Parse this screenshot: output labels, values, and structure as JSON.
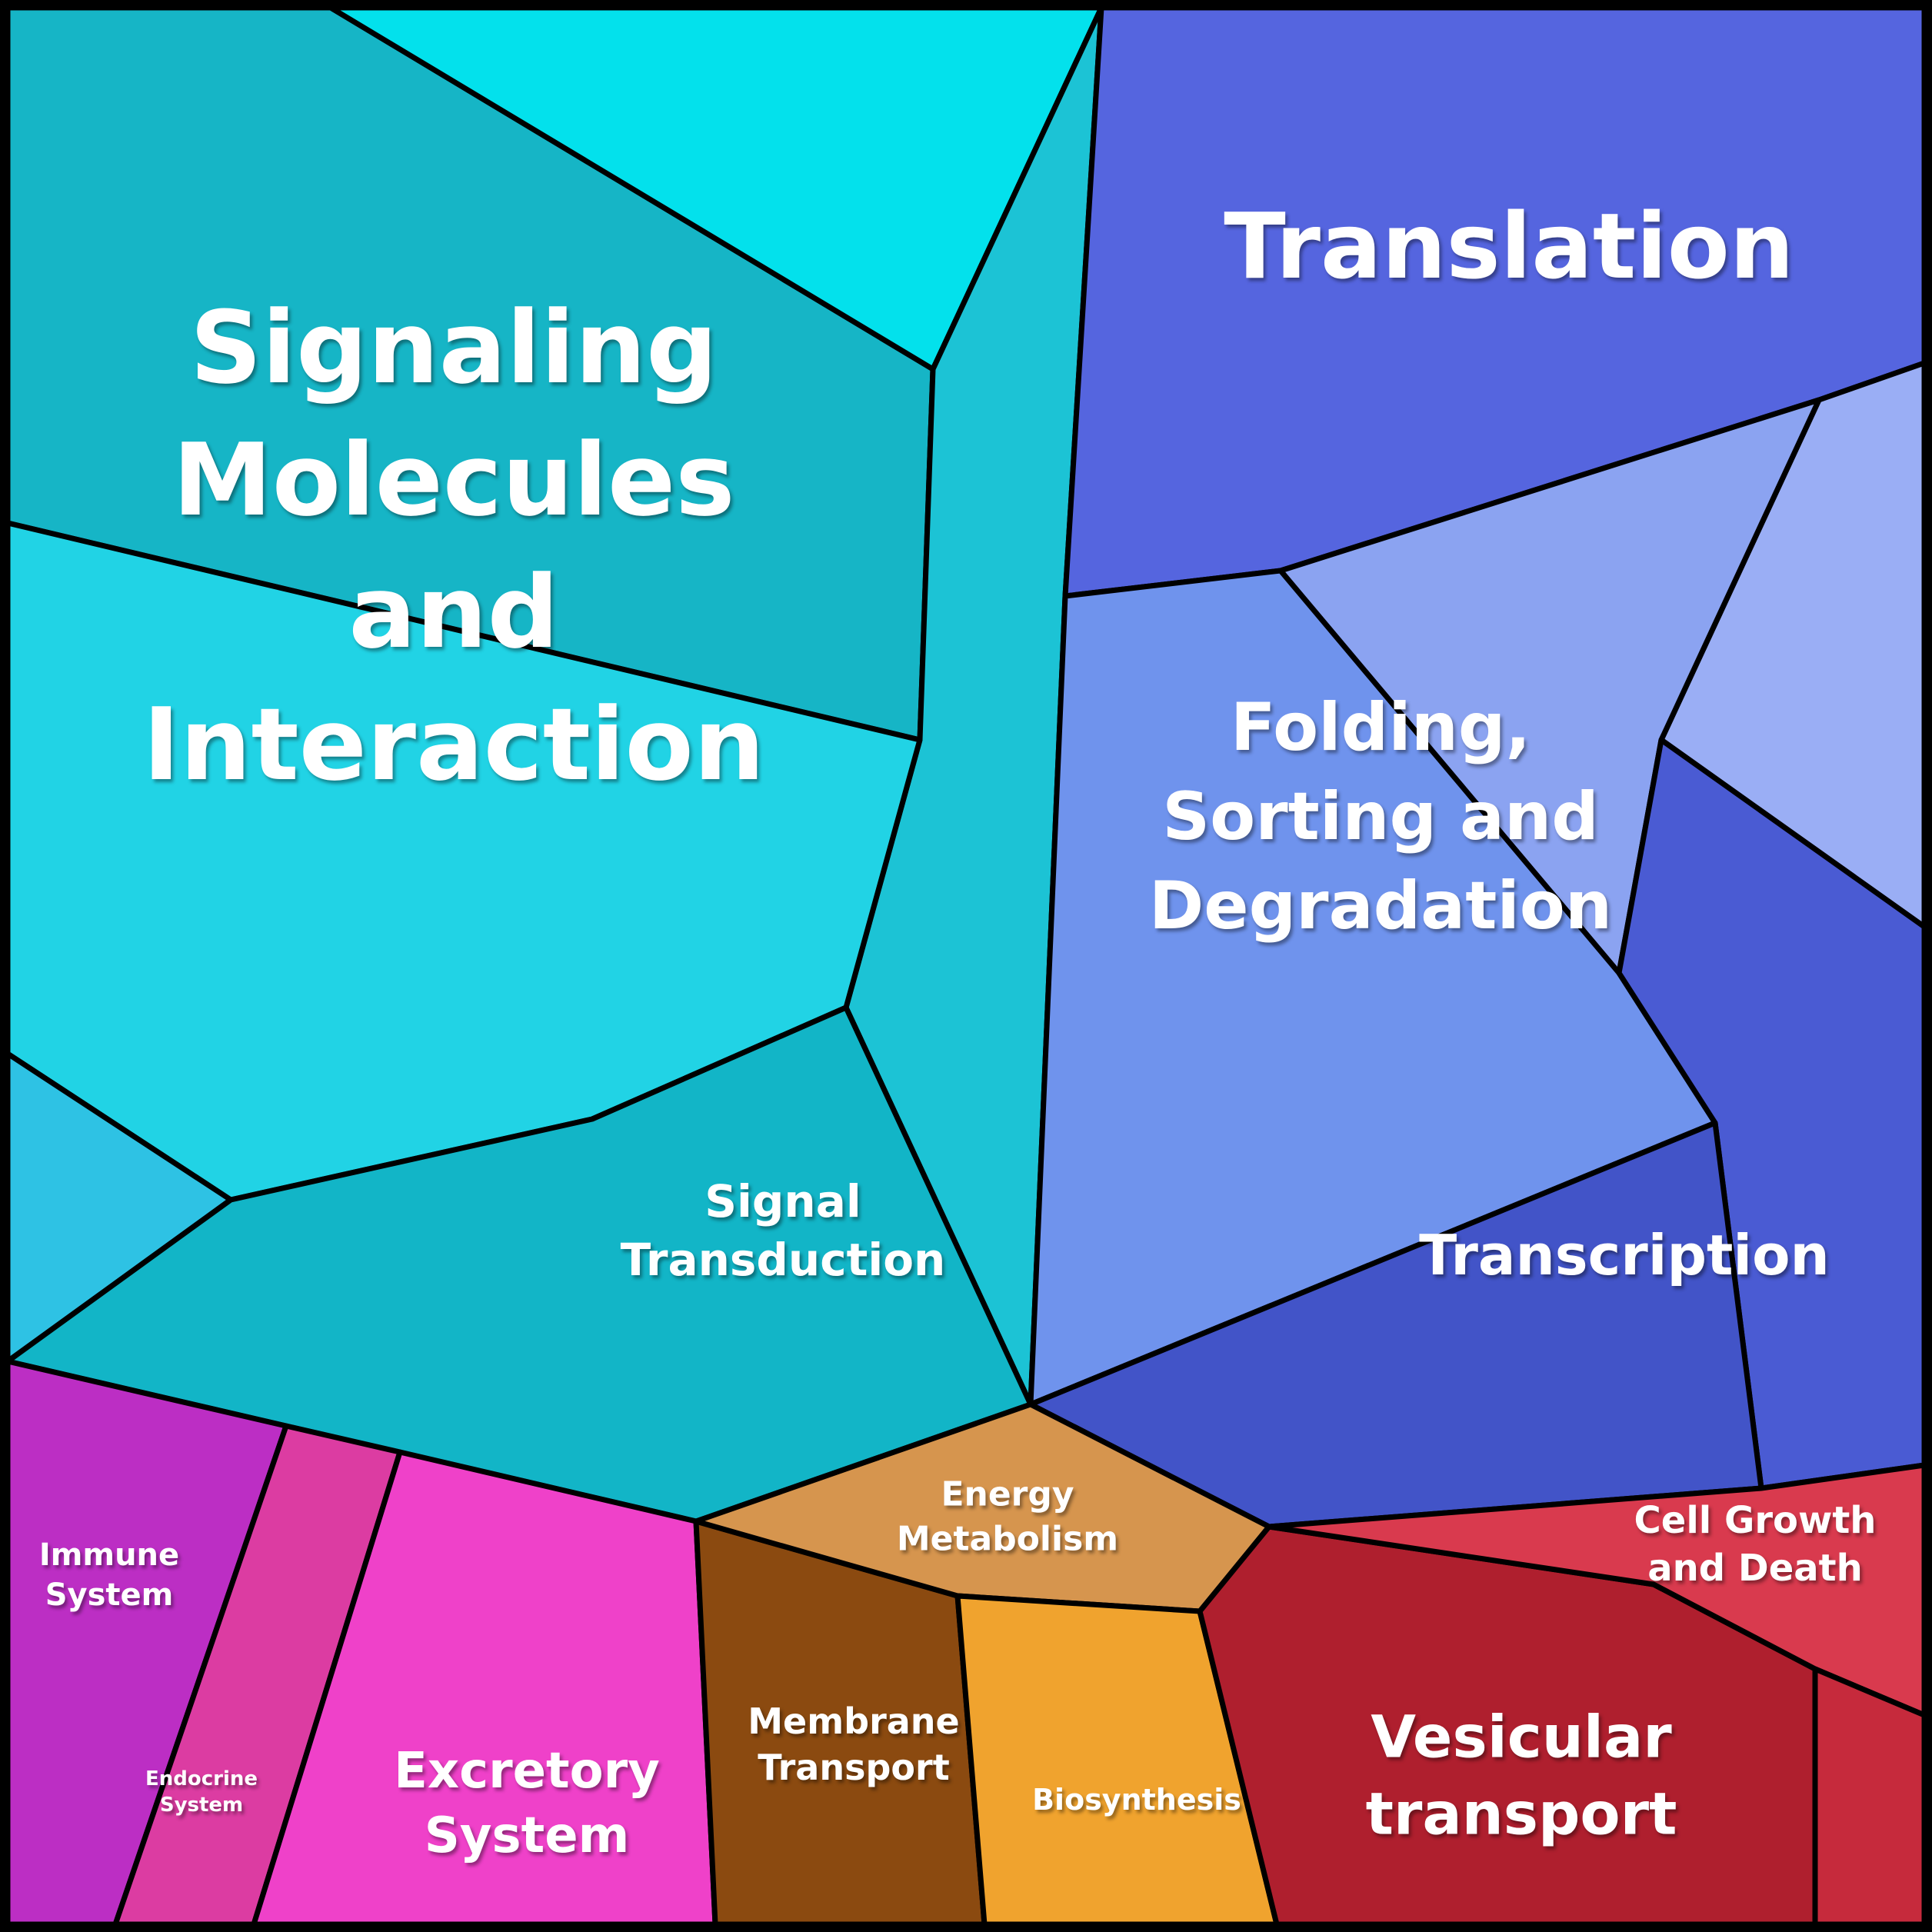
{
  "chart_data": {
    "type": "voronoi-treemap",
    "title": "",
    "background": "#000000",
    "border_color": "#000000",
    "label_color": "#ffffff",
    "legend": "none",
    "axes": "none",
    "cells": [
      {
        "id": "signaling-molecules-and-interaction",
        "label": "Signaling Molecules and Interaction",
        "label_lines": [
          "Signaling",
          "Molecules",
          "and",
          "Interaction"
        ],
        "color": "#16B5C6",
        "points": [
          [
            10,
            10
          ],
          [
            430,
            10
          ],
          [
            1213,
            480
          ],
          [
            1196,
            962
          ],
          [
            10,
            680
          ]
        ],
        "label_x": 590,
        "label_y": 710,
        "font_size": 130,
        "line_height": 172
      },
      {
        "id": "cyan-top",
        "label": null,
        "color": "#03E1EC",
        "points": [
          [
            430,
            10
          ],
          [
            1432,
            10
          ],
          [
            1213,
            480
          ]
        ]
      },
      {
        "id": "teal-right-strip",
        "label": null,
        "color": "#1CC3D5",
        "points": [
          [
            1432,
            10
          ],
          [
            1385,
            775
          ],
          [
            1340,
            1826
          ],
          [
            1100,
            1310
          ],
          [
            1196,
            962
          ],
          [
            1213,
            480
          ]
        ]
      },
      {
        "id": "signaling-lower",
        "label": null,
        "color": "#21D3E5",
        "points": [
          [
            10,
            680
          ],
          [
            1196,
            962
          ],
          [
            1100,
            1310
          ],
          [
            770,
            1455
          ],
          [
            300,
            1560
          ],
          [
            10,
            1370
          ]
        ]
      },
      {
        "id": "cyan-left-sliver",
        "label": null,
        "color": "#2EC2E4",
        "points": [
          [
            10,
            1370
          ],
          [
            300,
            1560
          ],
          [
            10,
            1770
          ]
        ]
      },
      {
        "id": "signal-transduction",
        "label": "Signal Transduction",
        "label_lines": [
          "Signal",
          "Transduction"
        ],
        "color": "#12B5C7",
        "points": [
          [
            300,
            1560
          ],
          [
            770,
            1455
          ],
          [
            1100,
            1310
          ],
          [
            1340,
            1826
          ],
          [
            905,
            1978
          ],
          [
            10,
            1770
          ]
        ],
        "label_x": 1018,
        "label_y": 1600,
        "font_size": 58,
        "line_height": 76
      },
      {
        "id": "translation",
        "label": "Translation",
        "label_lines": [
          "Translation"
        ],
        "color": "#5565DF",
        "points": [
          [
            1432,
            10
          ],
          [
            2502,
            10
          ],
          [
            2502,
            472
          ],
          [
            2365,
            520
          ],
          [
            1665,
            742
          ],
          [
            1385,
            775
          ]
        ],
        "label_x": 1962,
        "label_y": 320,
        "font_size": 118,
        "line_height": 140
      },
      {
        "id": "light-blue-right",
        "label": null,
        "color": "#9AAEF5",
        "points": [
          [
            2365,
            520
          ],
          [
            2502,
            472
          ],
          [
            2502,
            1205
          ],
          [
            2160,
            962
          ]
        ]
      },
      {
        "id": "light-blue-center",
        "label": null,
        "color": "#8BA3F1",
        "points": [
          [
            1665,
            742
          ],
          [
            2365,
            520
          ],
          [
            2160,
            962
          ],
          [
            2105,
            1265
          ]
        ]
      },
      {
        "id": "folding-sorting-and-degradation",
        "label": "Folding, Sorting and Degradation",
        "label_lines": [
          "Folding,",
          "Sorting and",
          "Degradation"
        ],
        "color": "#6F93ED",
        "points": [
          [
            1385,
            775
          ],
          [
            1665,
            742
          ],
          [
            2105,
            1265
          ],
          [
            2230,
            1460
          ],
          [
            1340,
            1826
          ]
        ],
        "label_x": 1795,
        "label_y": 1062,
        "font_size": 86,
        "line_height": 116
      },
      {
        "id": "blue-lower-right",
        "label": null,
        "color": "#4A5BD3",
        "points": [
          [
            2105,
            1265
          ],
          [
            2160,
            962
          ],
          [
            2502,
            1205
          ],
          [
            2502,
            1905
          ],
          [
            2290,
            1935
          ],
          [
            2230,
            1460
          ]
        ]
      },
      {
        "id": "transcription",
        "label": "Transcription",
        "label_lines": [
          "Transcription"
        ],
        "color": "#4254C8",
        "points": [
          [
            1340,
            1826
          ],
          [
            2230,
            1460
          ],
          [
            2290,
            1935
          ],
          [
            1650,
            1985
          ]
        ],
        "label_x": 2112,
        "label_y": 1632,
        "font_size": 72,
        "line_height": 90
      },
      {
        "id": "immune-system",
        "label": "Immune System",
        "label_lines": [
          "Immune",
          "System"
        ],
        "color": "#BC2EC4",
        "points": [
          [
            10,
            1770
          ],
          [
            372,
            1854
          ],
          [
            150,
            2502
          ],
          [
            10,
            2502
          ]
        ],
        "label_x": 142,
        "label_y": 2048,
        "font_size": 40,
        "line_height": 52
      },
      {
        "id": "endocrine-system",
        "label": "Endocrine System",
        "label_lines": [
          "Endocrine",
          "System"
        ],
        "color": "#DC3CA2",
        "points": [
          [
            372,
            1854
          ],
          [
            520,
            1888
          ],
          [
            330,
            2502
          ],
          [
            150,
            2502
          ]
        ],
        "label_x": 262,
        "label_y": 2330,
        "font_size": 26,
        "line_height": 34
      },
      {
        "id": "excretory-system",
        "label": "Excretory System",
        "label_lines": [
          "Excretory",
          "System"
        ],
        "color": "#EF41C9",
        "points": [
          [
            520,
            1888
          ],
          [
            905,
            1978
          ],
          [
            930,
            2502
          ],
          [
            330,
            2502
          ]
        ],
        "label_x": 685,
        "label_y": 2345,
        "font_size": 64,
        "line_height": 84
      },
      {
        "id": "membrane-transport",
        "label": "Membrane Transport",
        "label_lines": [
          "Membrane",
          "Transport"
        ],
        "color": "#8B4A10",
        "points": [
          [
            905,
            1978
          ],
          [
            1245,
            2075
          ],
          [
            1280,
            2502
          ],
          [
            930,
            2502
          ]
        ],
        "label_x": 1110,
        "label_y": 2268,
        "font_size": 46,
        "line_height": 60
      },
      {
        "id": "energy-metabolism",
        "label": "Energy Metabolism",
        "label_lines": [
          "Energy",
          "Metabolism"
        ],
        "color": "#D6954E",
        "points": [
          [
            905,
            1978
          ],
          [
            1340,
            1826
          ],
          [
            1650,
            1985
          ],
          [
            1560,
            2095
          ],
          [
            1245,
            2075
          ]
        ],
        "label_x": 1310,
        "label_y": 1972,
        "font_size": 44,
        "line_height": 58
      },
      {
        "id": "biosynthesis",
        "label": "Biosynthesis",
        "label_lines": [
          "Biosynthesis"
        ],
        "color": "#F0A32E",
        "points": [
          [
            1245,
            2075
          ],
          [
            1560,
            2095
          ],
          [
            1660,
            2502
          ],
          [
            1280,
            2502
          ]
        ],
        "label_x": 1478,
        "label_y": 2340,
        "font_size": 38,
        "line_height": 50
      },
      {
        "id": "vesicular-transport",
        "label": "Vesicular transport",
        "label_lines": [
          "Vesicular",
          "transport"
        ],
        "color": "#AF1F2E",
        "points": [
          [
            1560,
            2095
          ],
          [
            1650,
            1985
          ],
          [
            2150,
            2060
          ],
          [
            2360,
            2170
          ],
          [
            2360,
            2502
          ],
          [
            1660,
            2502
          ]
        ],
        "label_x": 1978,
        "label_y": 2308,
        "font_size": 76,
        "line_height": 100
      },
      {
        "id": "cell-growth-and-death",
        "label": "Cell Growth and Death",
        "label_lines": [
          "Cell Growth",
          "and Death"
        ],
        "color": "#D93A4E",
        "points": [
          [
            1650,
            1985
          ],
          [
            2290,
            1935
          ],
          [
            2502,
            1905
          ],
          [
            2502,
            2230
          ],
          [
            2360,
            2170
          ],
          [
            2150,
            2060
          ]
        ],
        "label_x": 2282,
        "label_y": 2008,
        "font_size": 48,
        "line_height": 62
      },
      {
        "id": "red-corner",
        "label": null,
        "color": "#C62A3C",
        "points": [
          [
            2360,
            2170
          ],
          [
            2502,
            2230
          ],
          [
            2502,
            2502
          ],
          [
            2360,
            2502
          ]
        ]
      }
    ]
  }
}
